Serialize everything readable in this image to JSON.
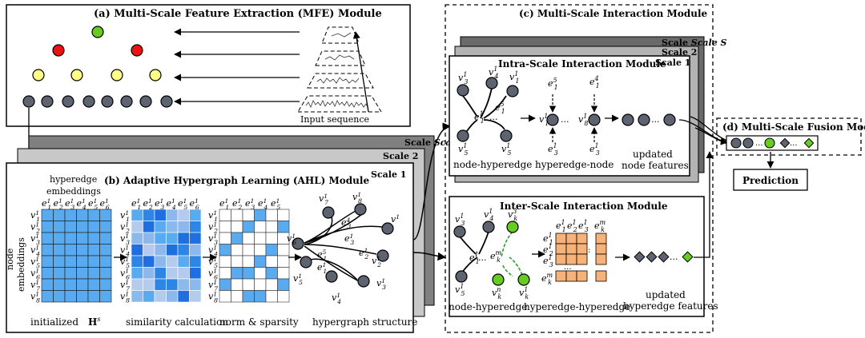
{
  "colors": {
    "node_gray": "#5d6470",
    "node_red": "#ee1111",
    "node_yellow": "#ffff88",
    "node_green": "#66cc22",
    "matrix_blue": "#5aaaf0",
    "matrix_blue_dark": "#1f6fe0",
    "matrix_blue_light": "#b4cbee",
    "matrix_orange": "#f7b27a",
    "panel_dark": "#808080",
    "panel_mid": "#b3b3b3",
    "panel_light": "#d9d9d9"
  },
  "mfe": {
    "title": "(a)  Multi-Scale Feature Extraction (MFE)  Module",
    "input_label": "Input sequence"
  },
  "ahl": {
    "title": "(b)  Adaptive Hypergraph Learning (AHL) Module",
    "scale1": "Scale 1",
    "scale2": "Scale 2",
    "scaleS": "Scale S",
    "hyperedge_emb_1": "hyperedge",
    "hyperedge_emb_2": "embeddings",
    "node_emb_1": "node",
    "node_emb_2": "embeddings",
    "label_initialized": "initialized",
    "label_H": "H",
    "label_H_sup": "s",
    "label_similarity": "similarity calculation",
    "label_norm": "norm & sparsity",
    "label_structure": "hypergraph structure",
    "edge_headers": [
      "e",
      "e",
      "e",
      "e",
      "e",
      "e"
    ],
    "edge_sups": [
      "1",
      "1",
      "1",
      "1",
      "1",
      "1"
    ],
    "edge_subs": [
      "1",
      "2",
      "3",
      "4",
      "5",
      "6"
    ],
    "node_rows": [
      "v",
      "v",
      "v",
      "v",
      "v",
      "v",
      "v",
      "v"
    ],
    "node_sups": [
      "1",
      "1",
      "1",
      "1",
      "1",
      "1",
      "1",
      "1"
    ],
    "node_subs": [
      "1",
      "2",
      "3",
      "4",
      "5",
      "6",
      "7",
      "8"
    ],
    "norm_edges_subs": [
      "1",
      "2",
      "3",
      "4",
      "5"
    ],
    "graph_labels": [
      {
        "b": "v",
        "sub": "7",
        "sup": "1"
      },
      {
        "b": "v",
        "sub": "8",
        "sup": "1"
      },
      {
        "b": "e",
        "sub": "3",
        "sup": "4"
      },
      {
        "b": "e",
        "sub": "3",
        "sup": "1"
      },
      {
        "b": "v",
        "sub": "6",
        "sup": "1"
      },
      {
        "b": "v",
        "sub": "",
        "sup": "1"
      },
      {
        "b": "e",
        "sub": "2",
        "sup": "1"
      },
      {
        "b": "e",
        "sub": "1",
        "sup": "5"
      },
      {
        "b": "v",
        "sub": "2",
        "sup": "1"
      },
      {
        "b": "v",
        "sub": "5",
        "sup": "1"
      },
      {
        "b": "e",
        "sub": "1",
        "sup": "1"
      },
      {
        "b": "v",
        "sub": "3",
        "sup": "1"
      },
      {
        "b": "v",
        "sub": "4",
        "sup": "1"
      }
    ]
  },
  "msi": {
    "title": "(c) Multi-Scale Interaction Module",
    "scaleS": "Scale S",
    "scale2": "Scale 2",
    "scale1": "Scale 1",
    "intra_title": "Intra-Scale Interaction Module",
    "inter_title": "Inter-Scale Interaction Module",
    "label_node_hyperedge": "node-hyperedge",
    "label_hyperedge_node": "hyperedge-node",
    "label_updated_1": "updated",
    "label_updated_2": "node features",
    "label_node_hyperedge_b": "node-hyperedge",
    "label_hyperedge_hyperedge": "hyperedge-hyperedge",
    "label_updated_he_1": "updated",
    "label_updated_he_2": "hyperedge features",
    "dots": "..."
  },
  "msf": {
    "title": "(d) Multi-Scale Fusion Module",
    "prediction": "Prediction"
  }
}
